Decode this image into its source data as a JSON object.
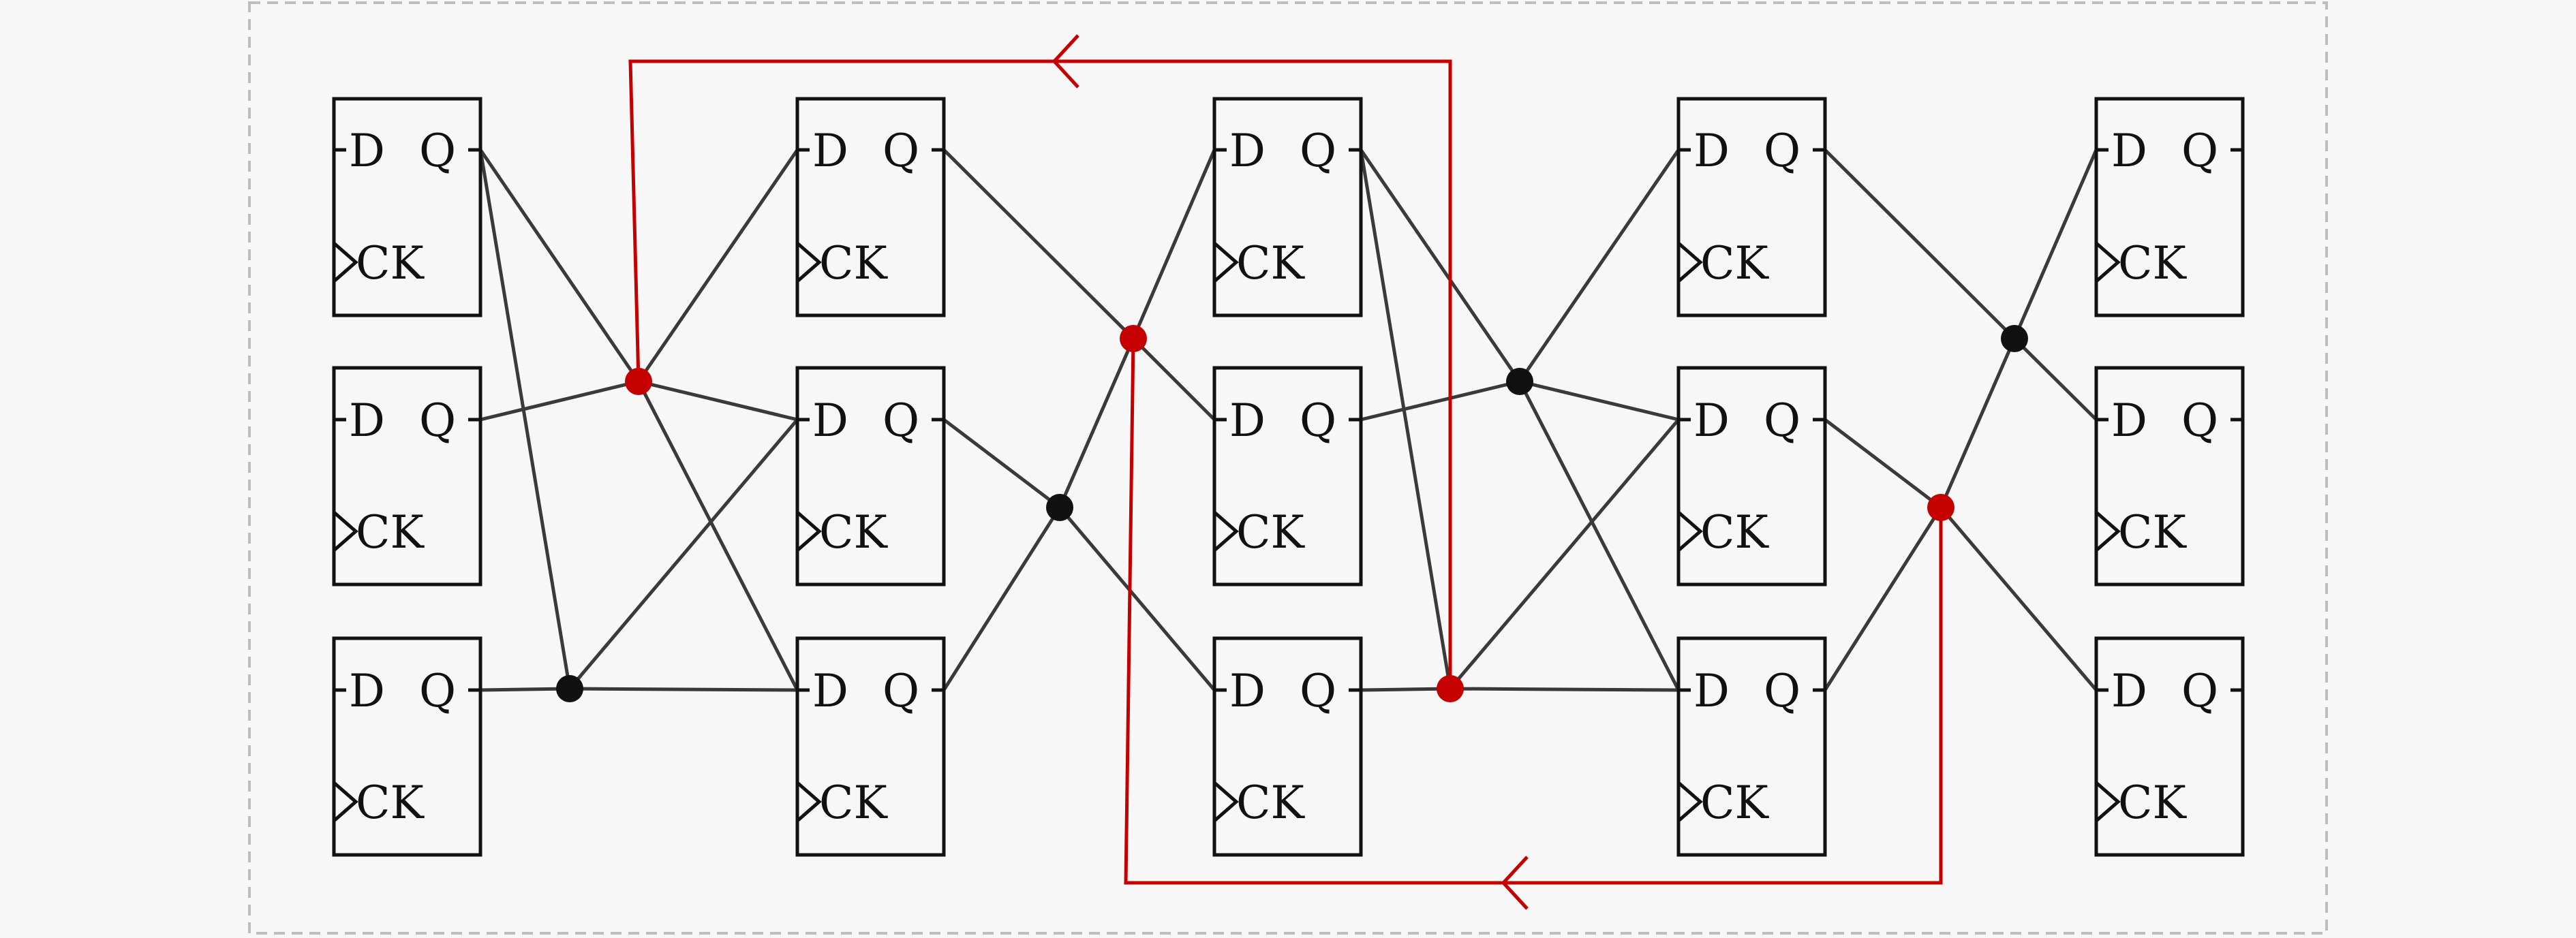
{
  "diagram": {
    "flip_flop": {
      "d_label": "D",
      "q_label": "Q",
      "clock_label": "CK"
    },
    "colors": {
      "background": "#f7f7f7",
      "frame": "#bdbdbd",
      "box": "#111111",
      "wire": "#3a3a3a",
      "junction": "#111111",
      "feedback_path": "#c40000"
    },
    "columns": 5,
    "rows": 3,
    "highlighted_junctions": [
      "n1",
      "n3",
      "n6",
      "n8"
    ]
  }
}
